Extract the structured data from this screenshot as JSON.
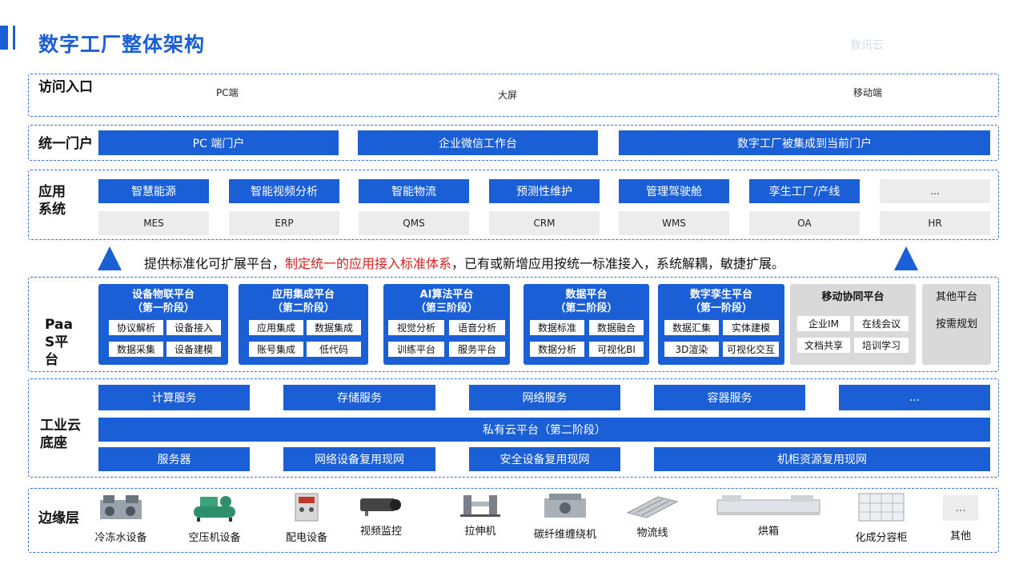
{
  "header": {
    "title": "数字工厂整体架构",
    "watermark": "数讯云"
  },
  "access": {
    "label": "访问入口",
    "items": [
      "PC端",
      "大屏",
      "移动端"
    ]
  },
  "portal": {
    "label": "统一门户",
    "items": [
      "PC 端门户",
      "企业微信工作台",
      "数字工厂被集成到当前门户"
    ]
  },
  "apps": {
    "label": "应用系统",
    "top": [
      "智慧能源",
      "智能视频分析",
      "智能物流",
      "预测性维护",
      "管理驾驶舱",
      "孪生工厂/产线",
      "..."
    ],
    "bottom": [
      "MES",
      "ERP",
      "QMS",
      "CRM",
      "WMS",
      "OA",
      "HR"
    ]
  },
  "banner": {
    "part1": "提供标准化可扩展平台，",
    "part2": "制定统一的应用接入标准体系",
    "part3": "，已有或新增应用按统一标准接入，系统解耦，敏捷扩展。"
  },
  "paas": {
    "label": "PaaS平台",
    "cards": [
      {
        "title": "设备物联平台",
        "stage": "（第一阶段）",
        "items": [
          "协议解析",
          "设备接入",
          "数据采集",
          "设备建模"
        ]
      },
      {
        "title": "应用集成平台",
        "stage": "（第二阶段）",
        "items": [
          "应用集成",
          "数据集成",
          "账号集成",
          "低代码"
        ]
      },
      {
        "title": "AI算法平台",
        "stage": "（第三阶段）",
        "items": [
          "视觉分析",
          "语音分析",
          "训练平台",
          "服务平台"
        ]
      },
      {
        "title": "数据平台",
        "stage": "（第二阶段）",
        "items": [
          "数据标准",
          "数据融合",
          "数据分析",
          "可视化BI"
        ]
      },
      {
        "title": "数字孪生平台",
        "stage": "（第一阶段）",
        "items": [
          "数据汇集",
          "实体建模",
          "3D渲染",
          "可视化交互"
        ]
      }
    ],
    "mobile": {
      "title": "移动协同平台",
      "items": [
        "企业IM",
        "在线会议",
        "文档共享",
        "培训学习"
      ]
    },
    "other": {
      "title": "其他平台",
      "sub": "按需规划"
    }
  },
  "cloud": {
    "label": "工业云底座",
    "services": [
      "计算服务",
      "存储服务",
      "网络服务",
      "容器服务",
      "..."
    ],
    "private": "私有云平台（第二阶段）",
    "infra": [
      "服务器",
      "网络设备复用现网",
      "安全设备复用现网",
      "机柜资源复用现网"
    ]
  },
  "edge": {
    "label": "边缘层",
    "items": [
      "冷冻水设备",
      "空压机设备",
      "配电设备",
      "视频监控",
      "拉伸机",
      "碳纤维缠绕机",
      "物流线",
      "烘箱",
      "化成分容柜",
      "其他"
    ],
    "more_glyph": "..."
  },
  "colors": {
    "accent": "#1a5fd6",
    "red": "#d42020",
    "gray": "#ececec"
  }
}
